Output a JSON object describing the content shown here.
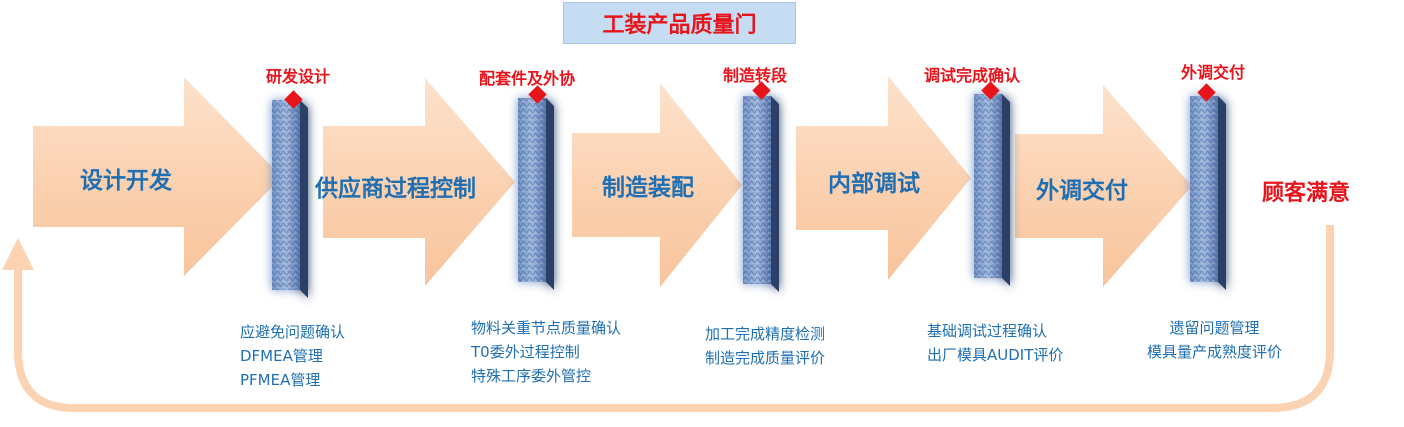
{
  "title": "工装产品质量门",
  "stages": [
    "设计开发",
    "供应商过程控制",
    "制造装配",
    "内部调试",
    "外调交付"
  ],
  "gates": [
    "研发设计",
    "配套件及外协",
    "制造转段",
    "调试完成确认",
    "外调交付"
  ],
  "result": "顾客满意",
  "notes": [
    [
      "应避免问题确认",
      "DFMEA管理",
      "PFMEA管理"
    ],
    [
      "物料关重节点质量确认",
      "T0委外过程控制",
      "特殊工序委外管控"
    ],
    [
      "加工完成精度检测",
      "制造完成质量评价"
    ],
    [
      "基础调试过程确认",
      "出厂模具AUDIT评价"
    ],
    [
      "遗留问题管理",
      "模具量产成熟度评价"
    ]
  ],
  "colors": {
    "arrow_fill": "#fbd2b2",
    "stage_text": "#1f6fb2",
    "gate_text": "#e8141b",
    "title_bg": "#c6dcf2",
    "gate_face": "#5575a8",
    "gate_side": "#2b3f66",
    "diamond": "#e8141b"
  }
}
